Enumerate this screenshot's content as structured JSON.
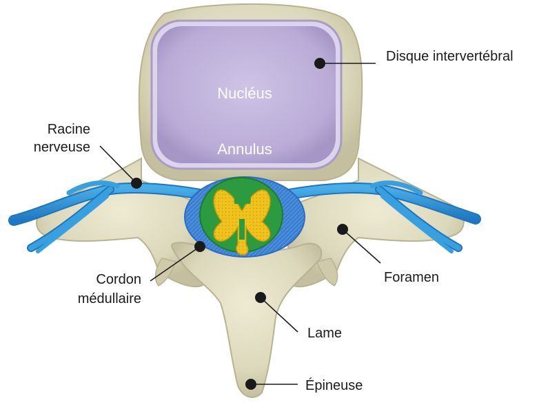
{
  "labels": {
    "disc": "Disque intervertébral",
    "nucleus": "Nucléus",
    "annulus": "Annulus",
    "root_line1": "Racine",
    "root_line2": "nerveuse",
    "cord_line1": "Cordon",
    "cord_line2": "médullaire",
    "foramen": "Foramen",
    "lamina": "Lame",
    "spinous": "Épineuse"
  },
  "colors": {
    "bone": "#e3e0c6",
    "bone_shadow": "#b9b593",
    "disc": "#c3b5dc",
    "nerve": "#2a8fd4",
    "cord_outer": "#3f7fd0",
    "cord_green": "#2c9a3e",
    "cord_yellow": "#e8b90e"
  }
}
